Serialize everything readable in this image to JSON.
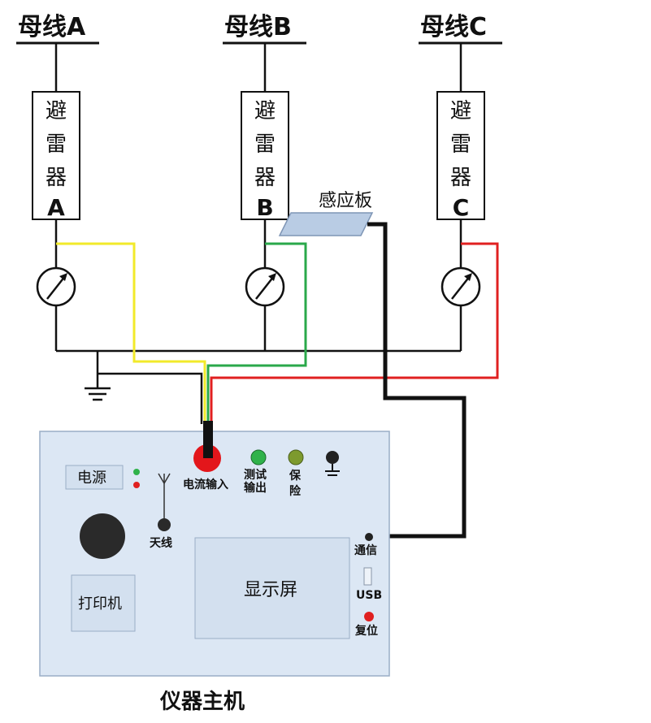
{
  "buses": [
    {
      "label": "母线A",
      "arrester_chars": [
        "避",
        "雷",
        "器"
      ],
      "arrester_letter": "A",
      "wire_color": "#f2ea2a"
    },
    {
      "label": "母线B",
      "arrester_chars": [
        "避",
        "雷",
        "器"
      ],
      "arrester_letter": "B",
      "wire_color": "#2aa84a"
    },
    {
      "label": "母线C",
      "arrester_chars": [
        "避",
        "雷",
        "器"
      ],
      "arrester_letter": "C",
      "wire_color": "#e02020"
    }
  ],
  "sensor_plate": {
    "label": "感应板"
  },
  "instrument": {
    "caption": "仪器主机",
    "power_label": "电源",
    "current_input_label": "电流输入",
    "test_output_label": [
      "测试",
      "输出"
    ],
    "fuse_label": [
      "保",
      "险"
    ],
    "antenna_label": "天线",
    "printer_label": "打印机",
    "display_label": "显示屏",
    "comm_label": "通信",
    "usb_label": "USB",
    "reset_label": "复位"
  },
  "colors": {
    "panel_fill": "#dce7f4",
    "panel_stroke": "#9aaec6",
    "box_fill": "#d3e0ef",
    "black_wire": "#111111",
    "green_led": "#2fb24a",
    "fuse_knob": "#7d9a2e",
    "red_led": "#e02020",
    "current_input": "#e3161b"
  }
}
